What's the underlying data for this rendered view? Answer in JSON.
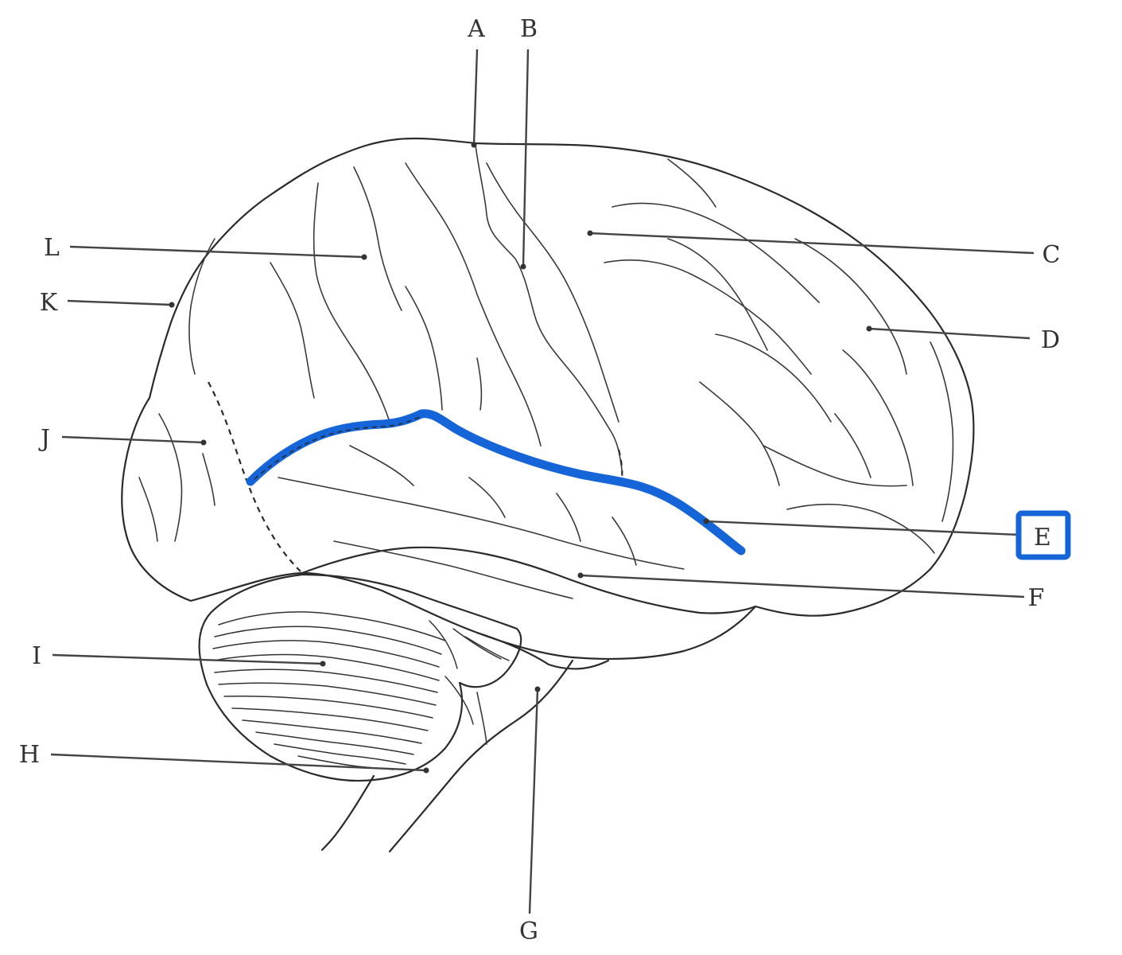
{
  "labels": {
    "A": "A",
    "B": "B",
    "C": "C",
    "D": "D",
    "E": "E",
    "F": "F",
    "G": "G",
    "H": "H",
    "I": "I",
    "J": "J",
    "K": "K",
    "L": "L"
  },
  "highlight": {
    "structure_label": "E",
    "color": "#1565d8"
  }
}
